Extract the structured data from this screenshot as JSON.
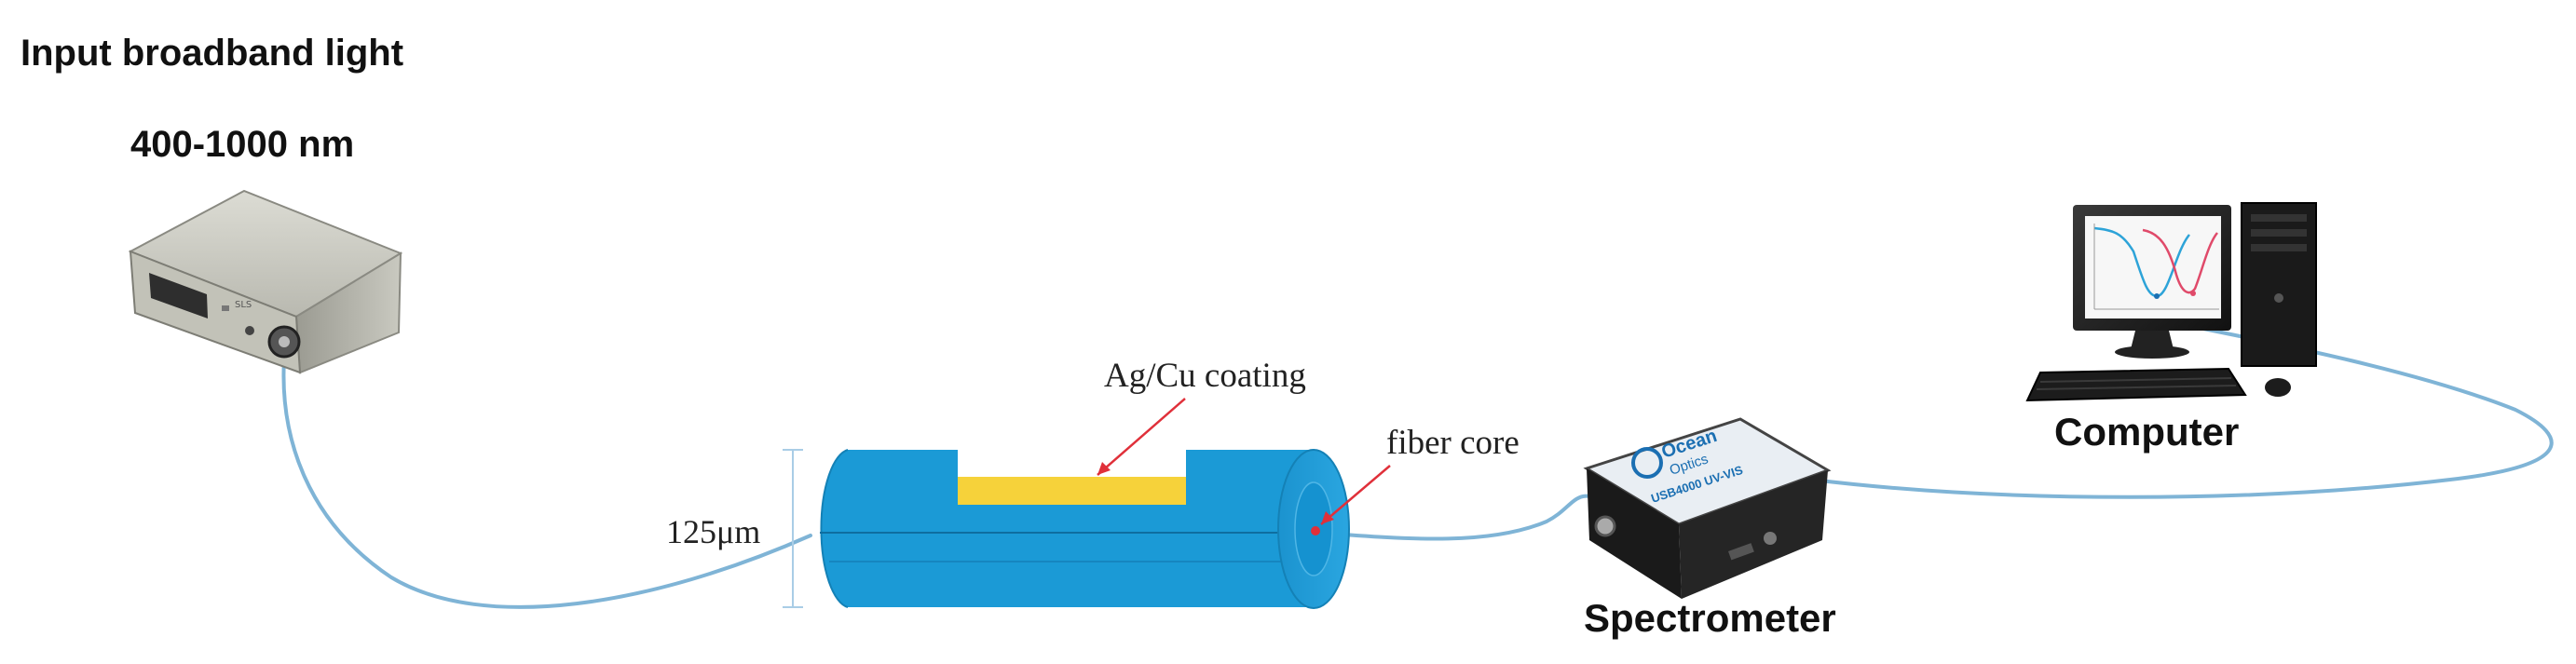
{
  "labels": {
    "light_source_title": "Input broadband light",
    "light_source_range": "400-1000 nm",
    "coating": "Ag/Cu coating",
    "fiber_core": "fiber core",
    "diameter": "125μm",
    "spectrometer": "Spectrometer",
    "computer": "Computer"
  },
  "spectrometer_brand": {
    "line1": "Ocean",
    "line2": "Optics",
    "model": "USB4000 UV-VIS"
  },
  "colors": {
    "fiber_body": "#1b9ad6",
    "fiber_body_dark": "#1481b6",
    "coating": "#f6d23a",
    "cable": "#7fb4d6",
    "arrow": "#e0303a",
    "dimension": "#a9cde6"
  }
}
